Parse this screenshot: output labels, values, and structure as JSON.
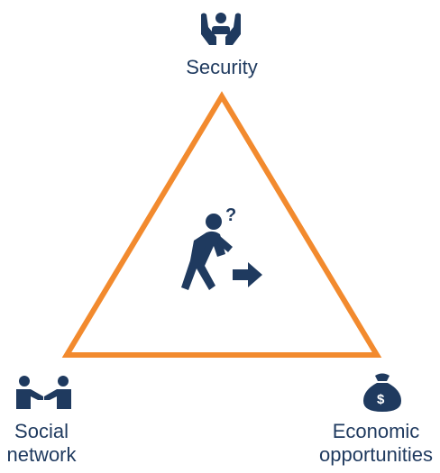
{
  "diagram": {
    "nodes": {
      "security": {
        "label": "Security",
        "icon": "hands-holding-person-icon"
      },
      "social": {
        "line1": "Social",
        "line2": "network",
        "icon": "handshake-people-icon"
      },
      "economic": {
        "line1": "Economic",
        "line2": "opportunities",
        "icon": "money-bag-dollar-icon",
        "symbol": "$"
      }
    },
    "center": {
      "icon": "walking-person-question-icon",
      "symbol": "?"
    }
  },
  "colors": {
    "triangle": "#f28a2e",
    "icon": "#1f3a5f"
  }
}
